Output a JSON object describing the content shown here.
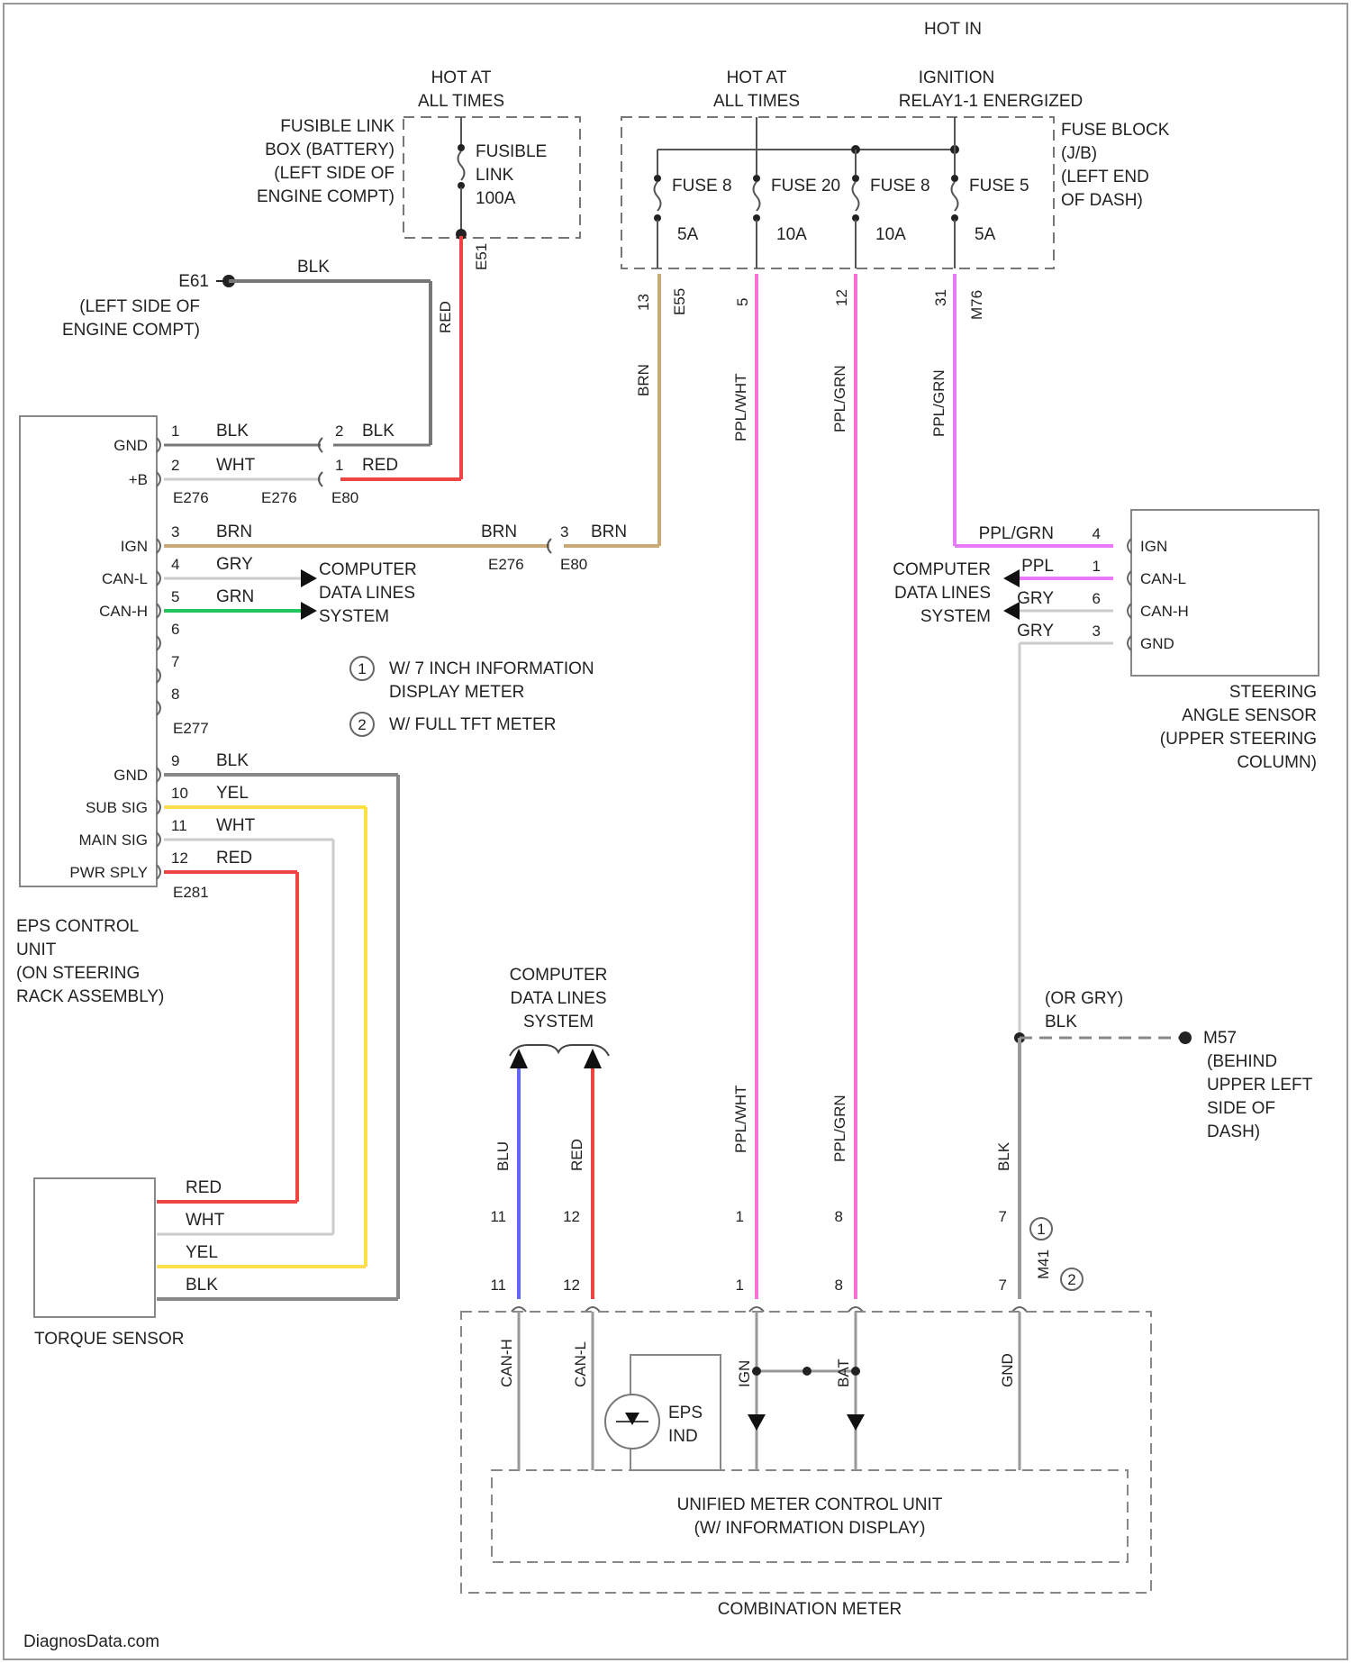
{
  "top": {
    "hot_in": "HOT IN",
    "hot_at_all_times_1": [
      "HOT AT",
      "ALL TIMES"
    ],
    "hot_at_all_times_2": [
      "HOT AT",
      "ALL TIMES"
    ],
    "ignition_relay": [
      "IGNITION",
      "RELAY1-1 ENERGIZED"
    ]
  },
  "fusible_link_box": {
    "label": [
      "FUSIBLE LINK",
      "BOX (BATTERY)",
      "(LEFT SIDE OF",
      "ENGINE COMPT)"
    ],
    "inner": [
      "FUSIBLE",
      "LINK",
      "100A"
    ],
    "connector": "E51"
  },
  "fuse_block": {
    "label": [
      "FUSE BLOCK",
      "(J/B)",
      "(LEFT END",
      "OF DASH)"
    ],
    "fuses": [
      {
        "name": "FUSE 8",
        "amp": "5A"
      },
      {
        "name": "FUSE 20",
        "amp": "10A"
      },
      {
        "name": "FUSE 8",
        "amp": "10A"
      },
      {
        "name": "FUSE 5",
        "amp": "5A"
      }
    ],
    "pins": [
      "13",
      "5",
      "12",
      "31"
    ],
    "connectors": [
      "E55",
      "M76"
    ]
  },
  "ground_e61": {
    "id": "E61",
    "label": [
      "(LEFT SIDE OF",
      "ENGINE COMPT)"
    ],
    "wire": "BLK"
  },
  "eps_unit": {
    "label": [
      "EPS CONTROL",
      "UNIT",
      "(ON STEERING",
      "RACK ASSEMBLY)"
    ],
    "pins": [
      {
        "name": "GND",
        "num": "1",
        "color": "BLK"
      },
      {
        "name": "+B",
        "num": "2",
        "color": "WHT"
      },
      {
        "name": "IGN",
        "num": "3",
        "color": "BRN"
      },
      {
        "name": "CAN-L",
        "num": "4",
        "color": "GRY"
      },
      {
        "name": "CAN-H",
        "num": "5",
        "color": "GRN"
      },
      {
        "name": "",
        "num": "6",
        "color": ""
      },
      {
        "name": "",
        "num": "7",
        "color": ""
      },
      {
        "name": "",
        "num": "8",
        "color": ""
      },
      {
        "name": "GND",
        "num": "9",
        "color": "BLK"
      },
      {
        "name": "SUB SIG",
        "num": "10",
        "color": "YEL"
      },
      {
        "name": "MAIN SIG",
        "num": "11",
        "color": "WHT"
      },
      {
        "name": "PWR SPLY",
        "num": "12",
        "color": "RED"
      }
    ],
    "connectors": [
      "E276",
      "E277",
      "E281"
    ],
    "mid_connectors": [
      "E276",
      "E80"
    ],
    "splice_pins": [
      {
        "num": "2",
        "color": "BLK"
      },
      {
        "num": "1",
        "color": "RED"
      }
    ],
    "ign_splice": {
      "num": "3",
      "color_left": "BRN",
      "color_right": "BRN"
    },
    "ign_connectors": [
      "E276",
      "E80"
    ]
  },
  "legend": {
    "items": [
      {
        "num": "1",
        "text": [
          "W/ 7 INCH INFORMATION",
          "DISPLAY METER"
        ]
      },
      {
        "num": "2",
        "text": [
          "W/ FULL TFT METER"
        ]
      }
    ]
  },
  "computer_data_lines": [
    "COMPUTER",
    "DATA LINES",
    "SYSTEM"
  ],
  "wires": {
    "brn": "BRN",
    "red_fl": "RED",
    "prp_wht": "PPL/WHT",
    "prp_grn": "PPL/GRN",
    "prp_grn_4": "PPL/GRN",
    "blu": "BLU",
    "red": "RED",
    "blk": "BLK",
    "prp_wht_lower": "PPL/WHT",
    "prp_grn_lower": "PPL/GRN",
    "or_gry": [
      "(OR GRY)",
      "BLK"
    ]
  },
  "steering_sensor": {
    "label": [
      "STEERING",
      "ANGLE SENSOR",
      "(UPPER STEERING",
      "COLUMN)"
    ],
    "pins": [
      {
        "name": "IGN",
        "num": "4",
        "color": "PPL/GRN"
      },
      {
        "name": "CAN-L",
        "num": "1",
        "color": "PPL"
      },
      {
        "name": "CAN-H",
        "num": "6",
        "color": "GRY"
      },
      {
        "name": "GND",
        "num": "3",
        "color": "GRY"
      }
    ]
  },
  "ground_m57": {
    "id": "M57",
    "label": [
      "(BEHIND",
      "UPPER LEFT",
      "SIDE OF",
      "DASH)"
    ]
  },
  "torque_sensor": {
    "label": "TORQUE SENSOR",
    "wires": [
      "RED",
      "WHT",
      "YEL",
      "BLK"
    ]
  },
  "combination_meter": {
    "label": "COMBINATION METER",
    "inner_label": [
      "UNIFIED METER CONTROL UNIT",
      "(W/ INFORMATION DISPLAY)"
    ],
    "eps_ind": [
      "EPS",
      "IND"
    ],
    "pins_labels": [
      "CAN-H",
      "CAN-L",
      "IGN",
      "BAT",
      "GND"
    ],
    "pin_nums_top": [
      "11",
      "12",
      "1",
      "8",
      "7"
    ],
    "pin_nums_bottom": [
      "11",
      "12",
      "1",
      "8",
      "7"
    ],
    "connector": "M41"
  },
  "footer": "DiagnosData.com"
}
